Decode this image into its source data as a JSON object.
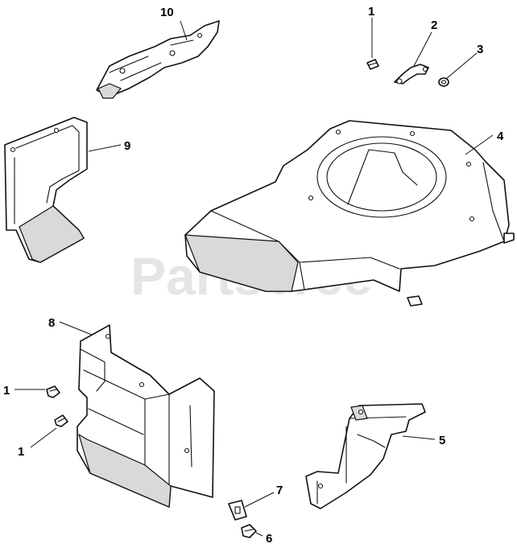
{
  "watermark": {
    "text": "PartsTree"
  },
  "callouts": [
    {
      "id": "c10",
      "label": "10"
    },
    {
      "id": "c1a",
      "label": "1"
    },
    {
      "id": "c2",
      "label": "2"
    },
    {
      "id": "c3",
      "label": "3"
    },
    {
      "id": "c9",
      "label": "9"
    },
    {
      "id": "c4",
      "label": "4"
    },
    {
      "id": "c8",
      "label": "8"
    },
    {
      "id": "c1b",
      "label": "1"
    },
    {
      "id": "c1c",
      "label": "1"
    },
    {
      "id": "c5",
      "label": "5"
    },
    {
      "id": "c7",
      "label": "7"
    },
    {
      "id": "c6",
      "label": "6"
    }
  ]
}
